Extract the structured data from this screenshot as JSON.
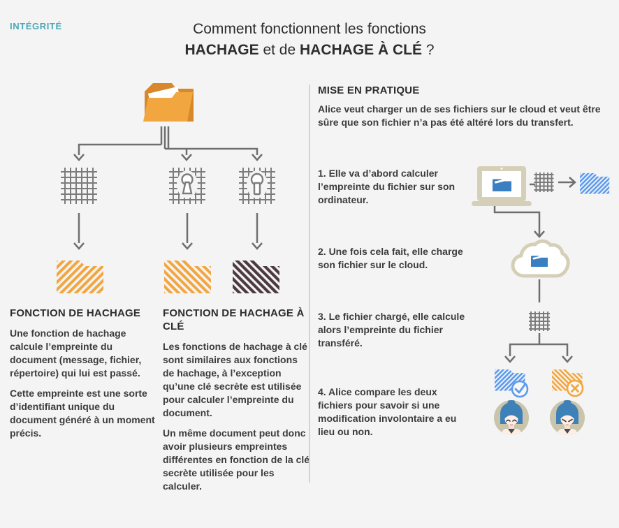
{
  "colors": {
    "bg": "#f4f4f5",
    "teal": "#49a8b6",
    "title": "#2d2d2d",
    "text": "#3c3c3c",
    "line": "#6f6f6f",
    "grid": "#7c7c7c",
    "orange": "#f2a63f",
    "orangeDark": "#d8882b",
    "maroon": "#4d3a40",
    "blue": "#5b9bee",
    "blueDark": "#3a7fc2",
    "beige": "#d6cfb8",
    "divider": "#d9d3c4",
    "avatarBg": "#cac4ab",
    "hair": "#3e80b8",
    "skin": "#fdeee7",
    "skinShade": "#f6ded6",
    "collar": "#4a4a4a"
  },
  "header": {
    "category": "INTÉGRITÉ",
    "title_line1": "Comment fonctionnent les fonctions",
    "title_bold1": "HACHAGE",
    "title_mid": " et de ",
    "title_bold2": "HACHAGE À CLÉ",
    "title_end": " ?"
  },
  "left": {
    "hash": {
      "heading": "FONCTION DE HACHAGE",
      "para1": "Une fonction de hachage calcule l’empreinte du document (message, fichier, répertoire) qui lui est passé.",
      "para2": "Cette empreinte est une sorte d’identifiant unique du document généré à un moment précis."
    },
    "keyed": {
      "heading": "FONCTION DE HACHAGE À CLÉ",
      "para1": "Les fonctions de hachage à clé sont similaires aux fonctions de hachage, à l’exception qu’une clé secrète est utilisée pour calculer l’empreinte du document.",
      "para2": "Un même document peut donc avoir plusieurs empreintes différentes en fonction de la clé secrète utilisée pour les calculer."
    }
  },
  "practice": {
    "heading": "MISE EN PRATIQUE",
    "intro": "Alice veut charger un de ses fichiers sur le cloud et veut être sûre que son fichier n’a pas été altéré lors du transfert.",
    "steps": [
      "1. Elle va d’abord calculer l’empreinte du fichier sur son ordinateur.",
      "2. Une fois cela fait, elle charge son fichier sur le cloud.",
      "3. Le fichier chargé, elle calcule alors l’empreinte du fichier transféré.",
      "4. Alice compare les deux fichiers pour savoir si une modification involontaire a eu lieu ou non."
    ]
  },
  "icons": {
    "source_document": "folder-icon",
    "hash_function": "hash-grid-icon",
    "keyed_hash_function": "hash-grid-keyhole-icon",
    "digest_plain": "hatched-folder-orange-icon",
    "digest_keyed_dark": "hatched-folder-dark-icon",
    "computer": "laptop-icon",
    "cloud": "cloud-icon",
    "digest_local": "hatched-folder-blue-icon",
    "match": "check-badge-icon",
    "mismatch": "cross-badge-icon",
    "alice_happy": "happy-woman-avatar",
    "alice_upset": "upset-woman-avatar"
  }
}
